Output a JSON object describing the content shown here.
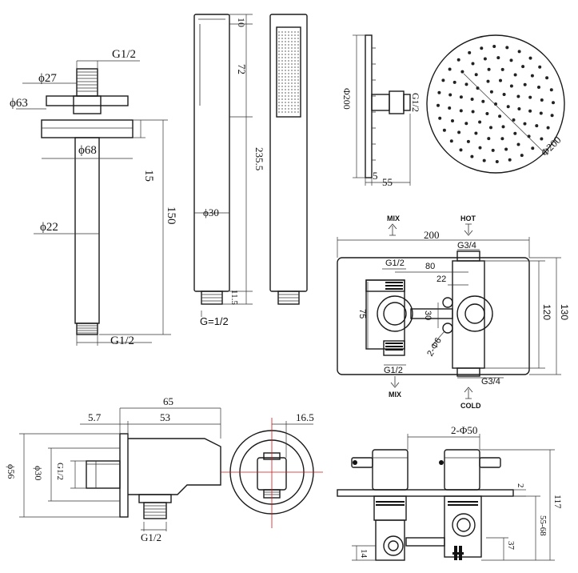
{
  "ceiling_arm": {
    "thread_top": "G1/2",
    "dia_nut": "ϕ27",
    "dia_plate": "ϕ63",
    "dia_flange": "ϕ68",
    "len_flange": "15",
    "len_total": "150",
    "dia_pipe": "ϕ22",
    "thread_bottom": "G1/2"
  },
  "hand_shower": {
    "top_gap": "10",
    "head_len": "72",
    "total_len": "235.5",
    "diameter": "ϕ30",
    "bottom_len": "11.5",
    "thread": "G=1/2"
  },
  "shower_head": {
    "side_dia": "Φ200",
    "thread": "G1/2",
    "depth_a": "5",
    "depth_b": "55",
    "face_dia": "Φ200"
  },
  "valve": {
    "mix_top": "MIX",
    "hot": "HOT",
    "width": "200",
    "outlet_top": "G3/4",
    "inlet_left": "G1/2",
    "spacing_80": "80",
    "spacing_22": "22",
    "height_75": "75",
    "height_30": "30",
    "screw": "2-Φ6",
    "height_120": "120",
    "height_130": "130",
    "inlet_bottom": "G1/2",
    "outlet_bottom": "G3/4",
    "mix_bottom": "MIX",
    "cold": "COLD"
  },
  "wall_outlet": {
    "depth_total": "65",
    "plate_thk": "5.7",
    "body_len": "53",
    "dia_plate": "ϕ56",
    "dia_body": "ϕ30",
    "thread_side": "G1/2",
    "thread_bottom": "G1/2"
  },
  "outlet_front": {
    "offset": "16.5"
  },
  "valve_side": {
    "handle_dia": "2-Φ50",
    "plate": "2",
    "depth": "117",
    "range": "55-68",
    "low": "37",
    "base": "14"
  }
}
